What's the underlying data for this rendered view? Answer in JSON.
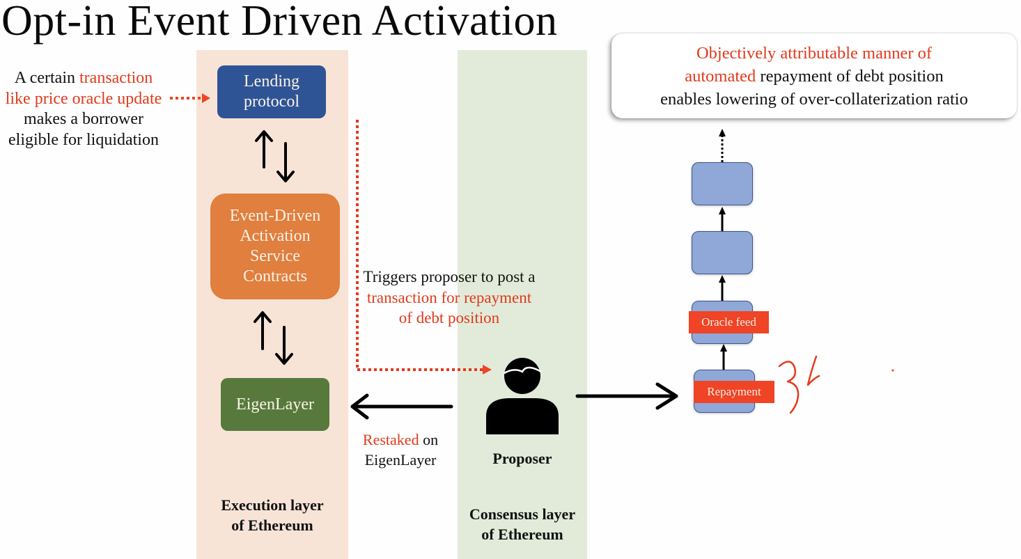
{
  "slide": {
    "title": "Opt-in Event Driven Activation"
  },
  "lanes": {
    "execution": {
      "label_line1": "Execution layer",
      "label_line2": "of Ethereum",
      "color": "#f8e4d7"
    },
    "consensus": {
      "label_line1": "Consensus layer",
      "label_line2": "of Ethereum",
      "color": "#e2ebd9"
    }
  },
  "trigger_note": {
    "part1": "A certain ",
    "highlight": "transaction like price oracle update",
    "part2": " makes a borrower eligible for liquidation"
  },
  "boxes": {
    "lending": {
      "line1": "Lending",
      "line2": "protocol",
      "color": "#2f5496"
    },
    "eda": {
      "line1": "Event-Driven",
      "line2": "Activation",
      "line3": "Service",
      "line4": "Contracts",
      "color": "#e07f3e"
    },
    "eigen": {
      "label": "EigenLayer",
      "color": "#577a3c"
    }
  },
  "proposer_trigger": {
    "part1": "Triggers proposer to post a ",
    "highlight": "transaction for repayment of debt position"
  },
  "restaked": {
    "highlight": "Restaked",
    "part2": " on EigenLayer"
  },
  "proposer": {
    "label": "Proposer"
  },
  "callout": {
    "highlight1": "Objectively attributable manner of",
    "highlight2": "automated",
    "rest_line2": " repayment  of debt position",
    "line3": "enables lowering of over-collaterization ratio"
  },
  "chain": {
    "blocks": [
      {
        "tag": ""
      },
      {
        "tag": ""
      },
      {
        "tag": "Oracle feed"
      },
      {
        "tag": "Repayment"
      }
    ],
    "block_color": "#8fa8d8",
    "tag_color": "#ef4426"
  },
  "colors": {
    "accent_red": "#e03a1e",
    "arrow": "#000000"
  }
}
